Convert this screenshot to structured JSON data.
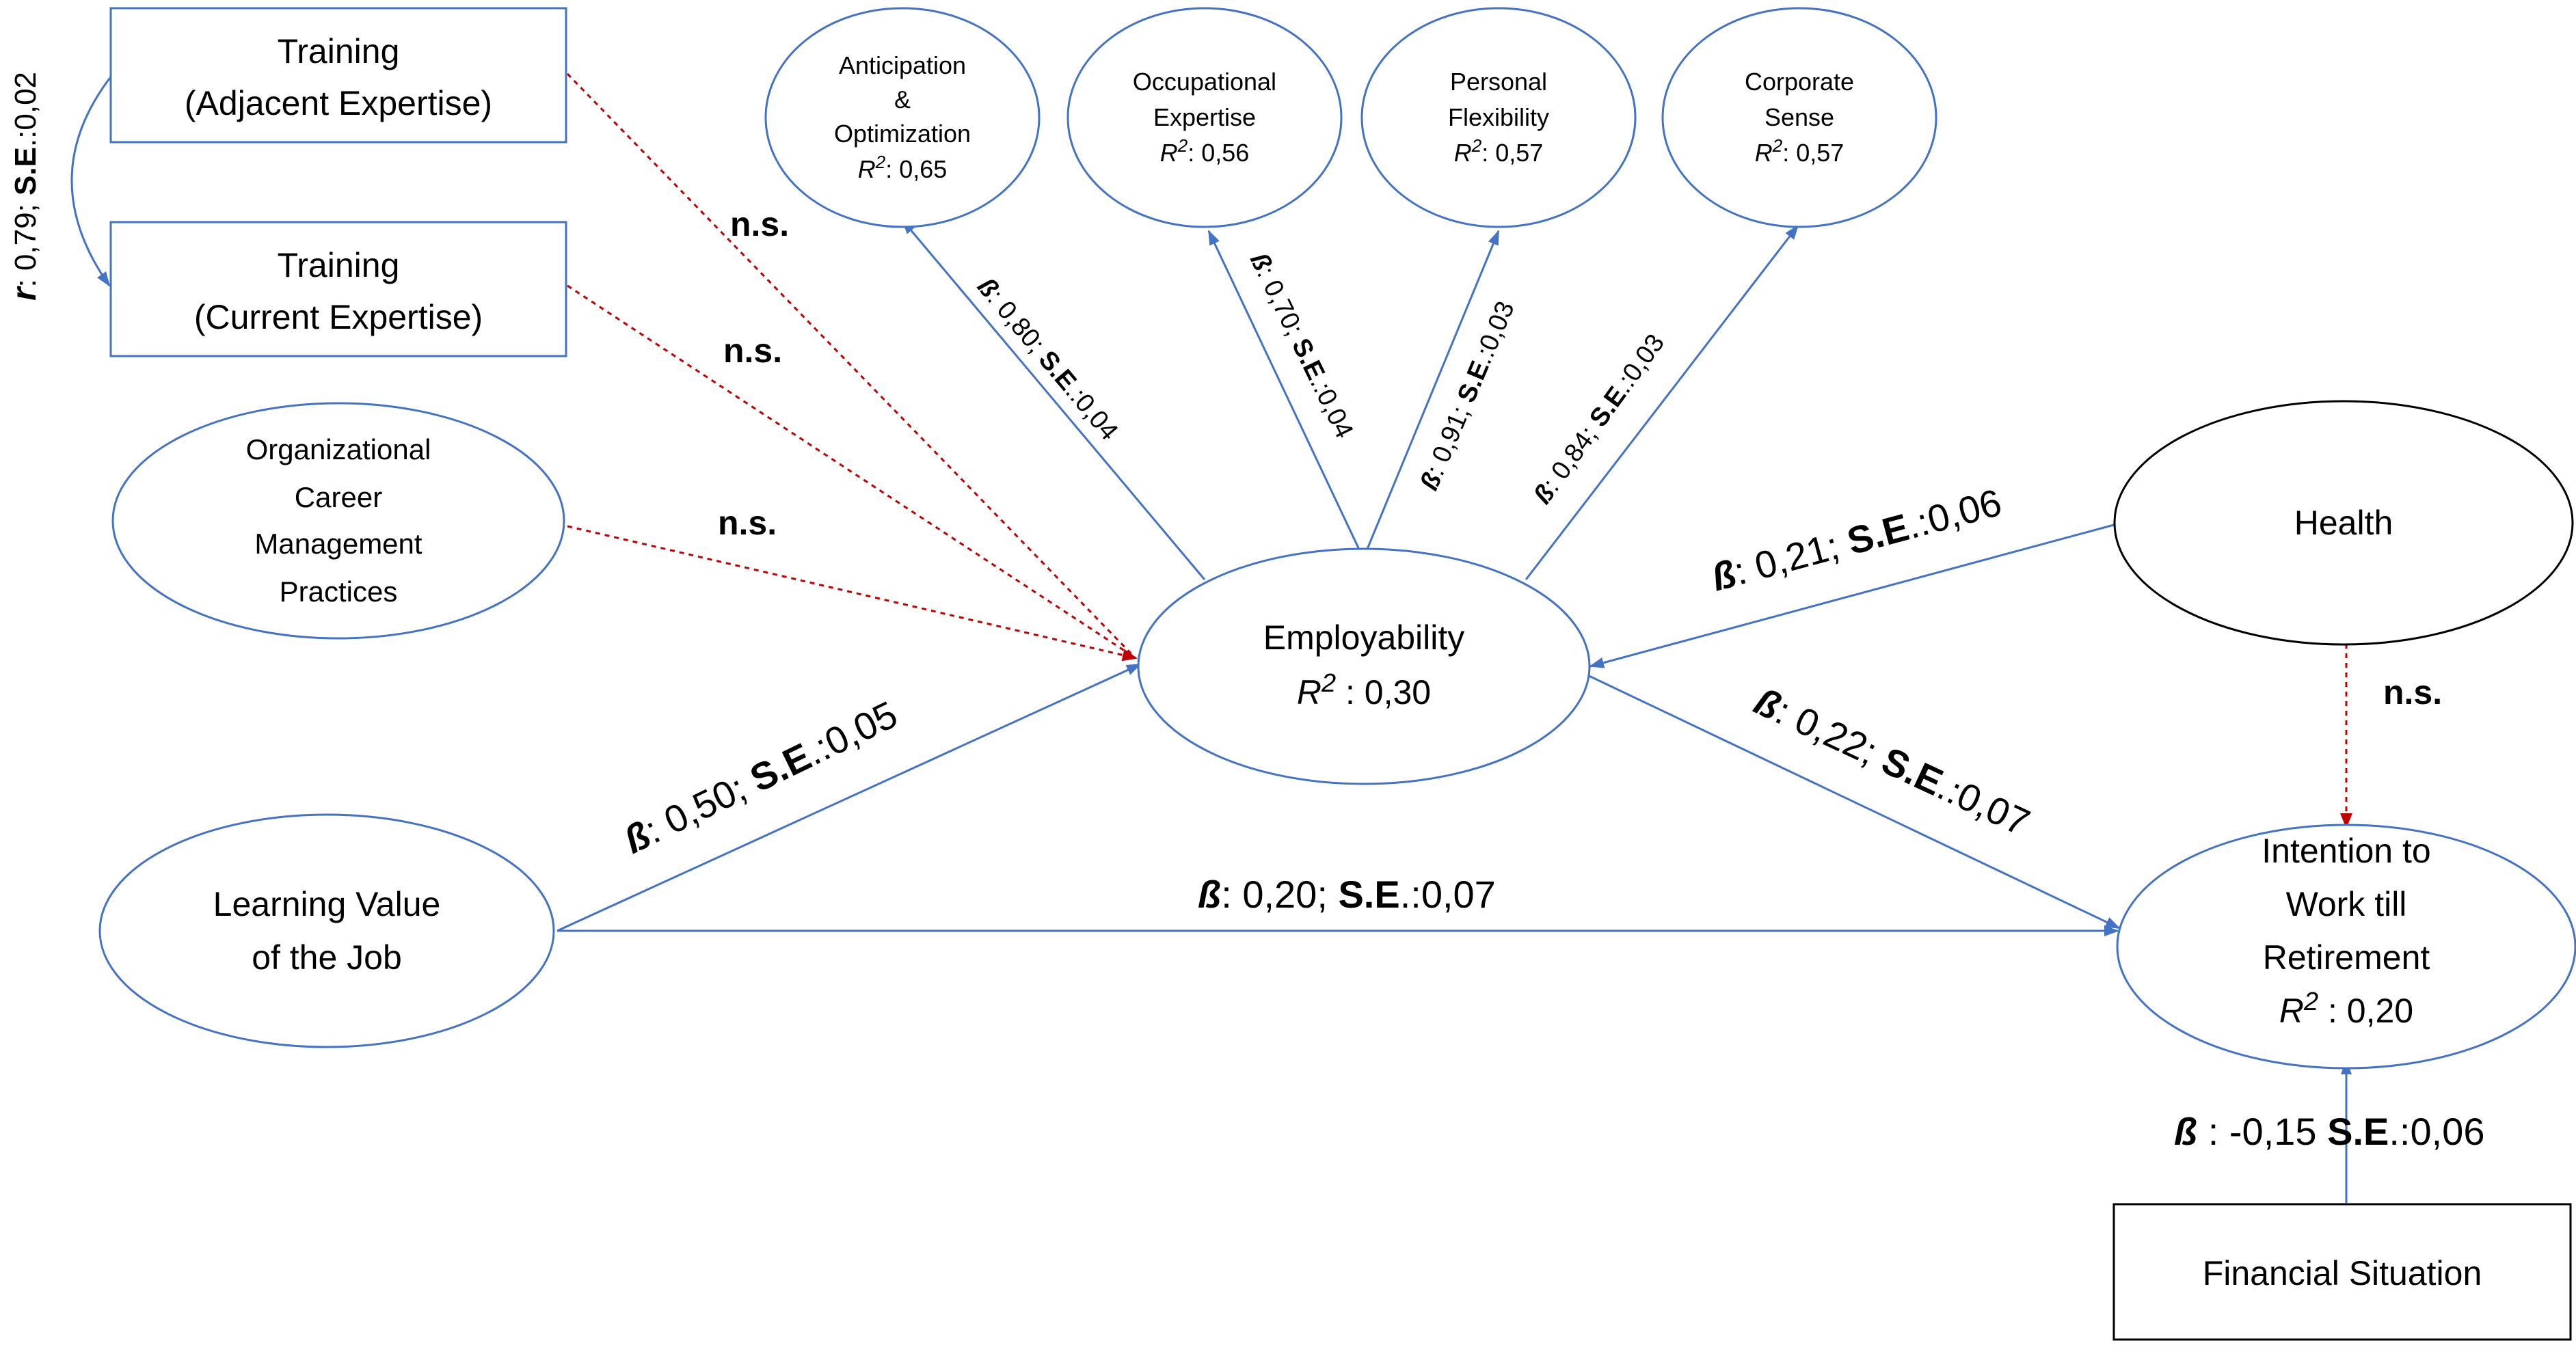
{
  "colors": {
    "node_stroke": "#4472C4",
    "path_significant": "#4472C4",
    "path_nonsignificant": "#C00000",
    "dark_stroke": "#000000"
  },
  "nodes": {
    "training_adjacent": {
      "line1": "Training",
      "line2": "(Adjacent Expertise)"
    },
    "training_current": {
      "line1": "Training",
      "line2": "(Current Expertise)"
    },
    "ocmp": {
      "line1": "Organizational",
      "line2": "Career",
      "line3": "Management",
      "line4": "Practices"
    },
    "learning_value": {
      "line1": "Learning Value",
      "line2": "of the Job"
    },
    "employability": {
      "line1": "Employability",
      "r2_label": "R",
      "r2_sup": "2",
      "r2_value": " : 0,30"
    },
    "anticipation": {
      "line1": "Anticipation",
      "line2": "&",
      "line3": "Optimization",
      "r2_label": "R",
      "r2_sup": "2",
      "r2_value": ": 0,65"
    },
    "occupational": {
      "line1": "Occupational",
      "line2": "Expertise",
      "r2_label": "R",
      "r2_sup": "2",
      "r2_value": ": 0,56"
    },
    "personal_flex": {
      "line1": "Personal",
      "line2": "Flexibility",
      "r2_label": "R",
      "r2_sup": "2",
      "r2_value": ": 0,57"
    },
    "corporate": {
      "line1": "Corporate",
      "line2": "Sense",
      "r2_label": "R",
      "r2_sup": "2",
      "r2_value": ": 0,57"
    },
    "health": {
      "line1": "Health"
    },
    "intention": {
      "line1": "Intention to",
      "line2": "Work till",
      "line3": "Retirement",
      "r2_label": "R",
      "r2_sup": "2",
      "r2_value": " : 0,20"
    },
    "financial": {
      "line1": "Financial Situation"
    }
  },
  "paths": {
    "correlation": {
      "r": "r",
      "r_value": ": 0,79; ",
      "se": "S.E",
      "se_value": ".:0,02"
    },
    "ns_adjacent": "n.s.",
    "ns_current": "n.s.",
    "ns_ocmp": "n.s.",
    "ns_health_intention": "n.s.",
    "learning_employability": {
      "beta": "ß",
      "b_value": ": 0,50; ",
      "se": "S.E",
      "se_value": ".:0,05"
    },
    "learning_intention": {
      "beta": "ß",
      "b_value": ": 0,20;  ",
      "se": "S.E",
      "se_value": ".:0,07"
    },
    "health_employability": {
      "beta": "ß",
      "b_value": ": 0,21;   ",
      "se": "S.E",
      "se_value": ".:0,06"
    },
    "employability_intention": {
      "beta": "ß",
      "b_value": ": 0,22; ",
      "se": "S.E",
      "se_value": ".:0,07"
    },
    "financial_intention": {
      "beta": "ß",
      "b_value": " : -0,15   ",
      "se": "S.E",
      "se_value": ".:0,06"
    },
    "emp_anticipation": {
      "beta": "ß",
      "b_value": ": 0,80; ",
      "se": "S.E",
      "se_value": ".:0,04"
    },
    "emp_occupational": {
      "beta": "ß",
      "b_value": ": 0,70; ",
      "se": "S.E",
      "se_value": ".:0,04"
    },
    "emp_personal": {
      "beta": "ß",
      "b_value": ": 0,91; ",
      "se": "S.E",
      "se_value": ".:0,03"
    },
    "emp_corporate": {
      "beta": "ß",
      "b_value": ": 0,84; ",
      "se": "S.E",
      "se_value": ".:0,03"
    }
  }
}
